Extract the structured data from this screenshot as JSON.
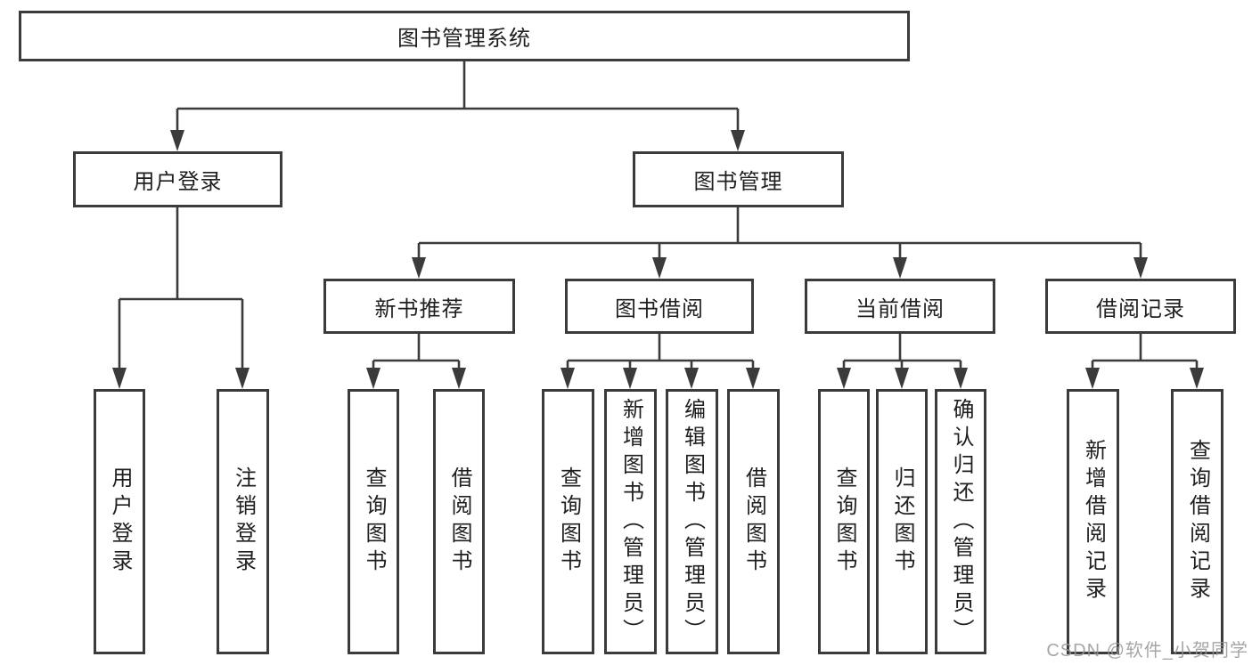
{
  "diagram": {
    "root": {
      "label": "图书管理系统"
    },
    "branches": [
      {
        "label": "用户登录",
        "children": [
          {
            "label": "用户登录"
          },
          {
            "label": "注销登录"
          }
        ]
      },
      {
        "label": "图书管理",
        "children": [
          {
            "label": "新书推荐",
            "children": [
              {
                "label": "查询图书"
              },
              {
                "label": "借阅图书"
              }
            ]
          },
          {
            "label": "图书借阅",
            "children": [
              {
                "label": "查询图书"
              },
              {
                "label": "新增图书（管理员）"
              },
              {
                "label": "编辑图书（管理员）"
              },
              {
                "label": "借阅图书"
              }
            ]
          },
          {
            "label": "当前借阅",
            "children": [
              {
                "label": "查询图书"
              },
              {
                "label": "归还图书"
              },
              {
                "label": "确认归还（管理员）"
              }
            ]
          },
          {
            "label": "借阅记录",
            "children": [
              {
                "label": "新增借阅记录"
              },
              {
                "label": "查询借阅记录"
              }
            ]
          }
        ]
      }
    ]
  },
  "watermark": {
    "text": "CSDN @软件_小贺同学"
  },
  "colors": {
    "line": "#3b3b3b",
    "box_border": "#3b3b3b",
    "text": "#1f1f1f",
    "watermark": "#969696",
    "background": "#ffffff"
  }
}
